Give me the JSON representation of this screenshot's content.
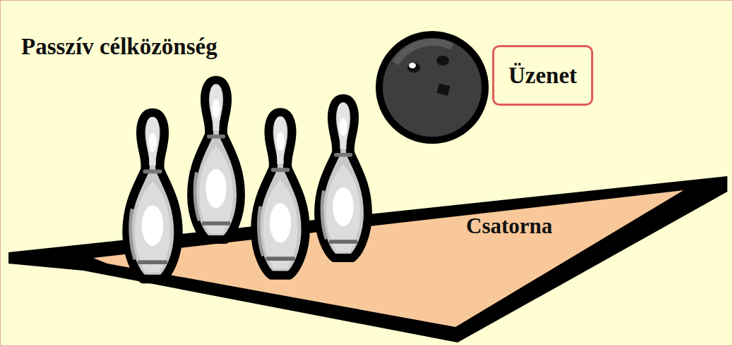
{
  "diagram": {
    "nodes": [
      {
        "text": [
          "Üzenet"
        ]
      }
    ],
    "labels": [
      "Passzív célközönség",
      "Csatorna"
    ]
  }
}
